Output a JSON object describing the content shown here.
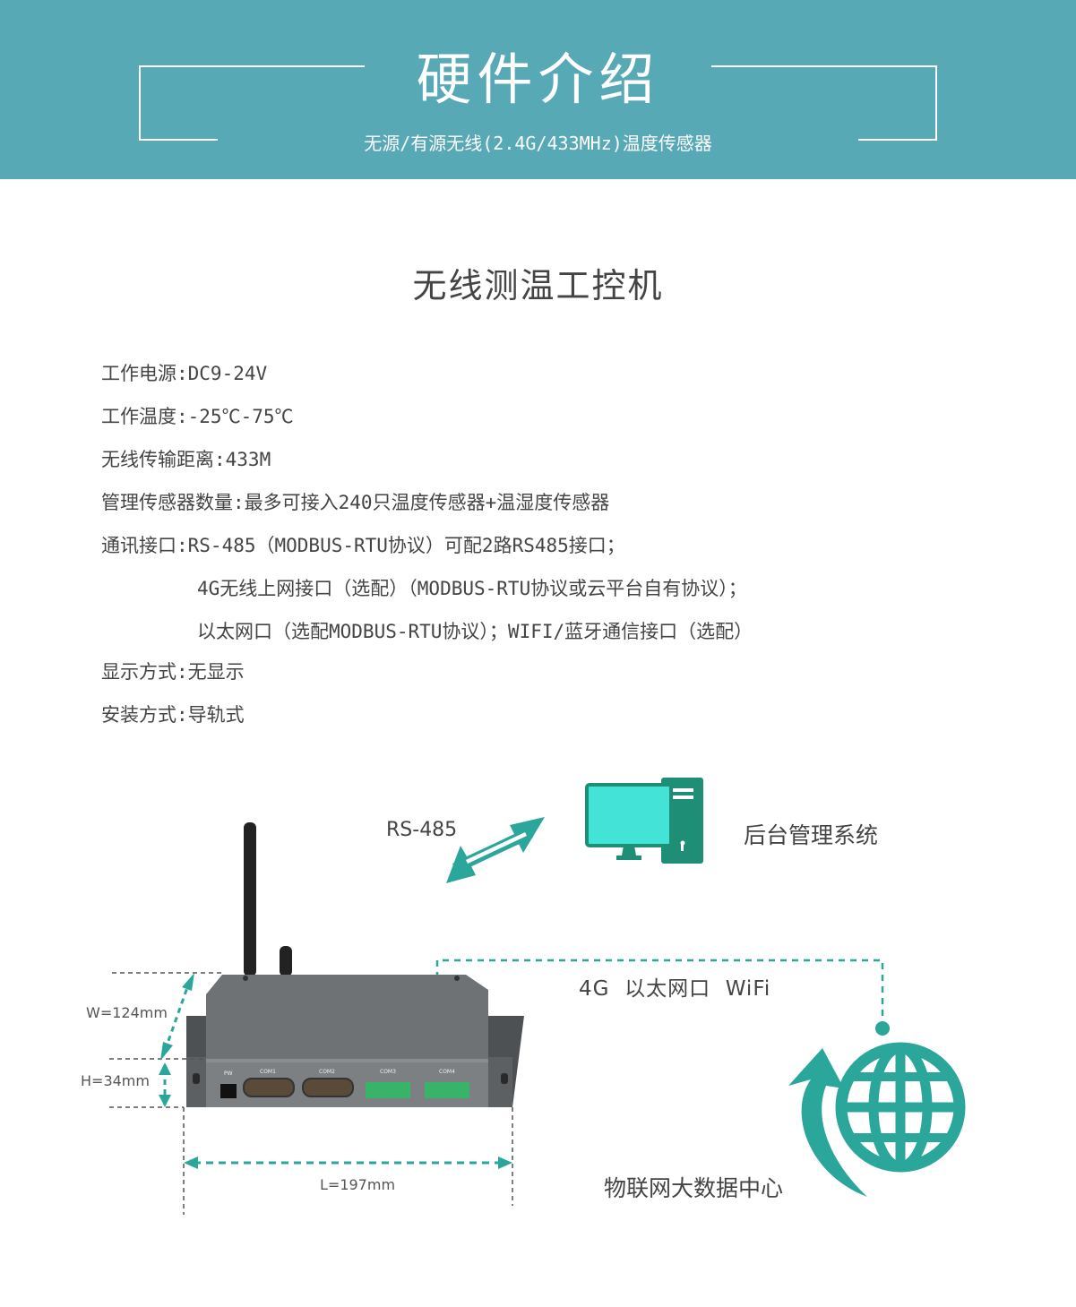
{
  "banner": {
    "title": "硬件介绍",
    "subtitle": "无源/有源无线(2.4G/433MHz)温度传感器"
  },
  "section_title": "无线测温工控机",
  "specs": [
    {
      "text": "工作电源:DC9-24V"
    },
    {
      "text": "工作温度:-25℃-75℃"
    },
    {
      "text": "无线传输距离:433M"
    },
    {
      "text": "管理传感器数量:最多可接入240只温度传感器+温湿度传感器"
    },
    {
      "text": "通讯接口:RS-485（MODBUS-RTU协议）可配2路RS485接口；"
    },
    {
      "text": "4G无线上网接口（选配）（MODBUS-RTU协议或云平台自有协议）；"
    },
    {
      "text": "以太网口（选配MODBUS-RTU协议）；WIFI/蓝牙通信接口（选配）"
    },
    {
      "text": "显示方式:无显示"
    },
    {
      "text": "安装方式:导轨式"
    }
  ],
  "diagram": {
    "rs485_label": "RS-485",
    "backend_label": "后台管理系统",
    "network_label": "4G  以太网口  WiFi",
    "cloud_label": "物联网大数据中心",
    "dim_w": "W=124mm",
    "dim_h": "H=34mm",
    "dim_l": "L=197mm",
    "device_ports": [
      "PW",
      "COM1",
      "COM2",
      "COM3",
      "COM4"
    ],
    "colors": {
      "banner": "#56a9b5",
      "accent": "#2aa69b",
      "monitor": "#44e3d7",
      "device": "#6f7275"
    }
  }
}
